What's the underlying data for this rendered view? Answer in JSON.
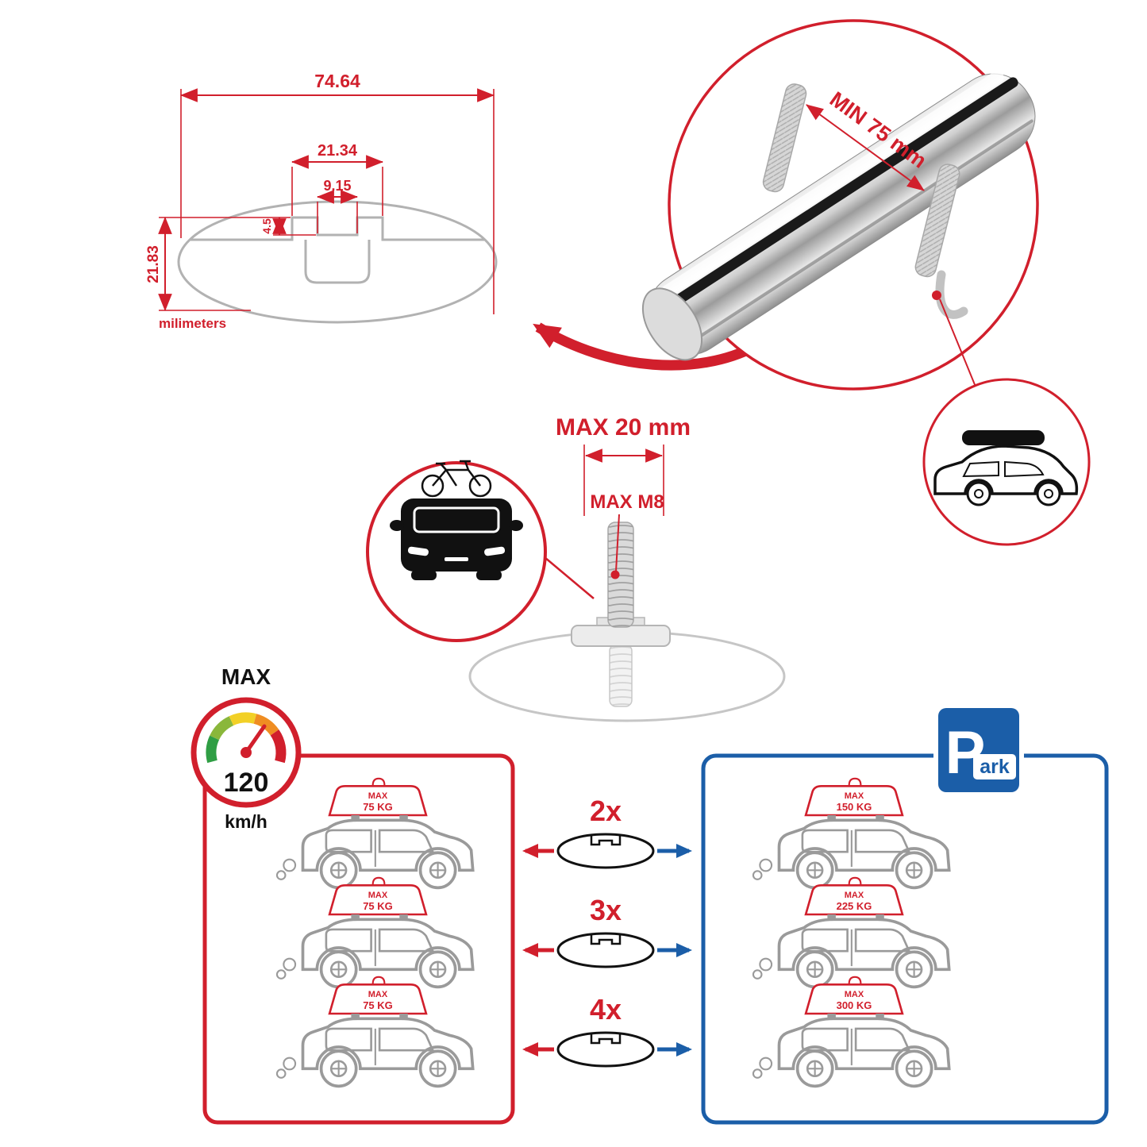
{
  "colors": {
    "accent_red": "#d11f2c",
    "accent_blue": "#1b5ea8",
    "metal_gray": "#9a9a9a"
  },
  "icons": {
    "crossbar_section": "crossbar-cross-section",
    "roof_box_car": "suv-with-roof-box-icon",
    "bike_car_front": "car-front-with-bike-icon",
    "speed_gauge": "speedometer-icon",
    "parking": "parking-sign-icon"
  },
  "profile_dimensions": {
    "total_width": "74.64",
    "step_width": "21.34",
    "slot_width": "9.15",
    "step_height": "4.5",
    "profile_height": "21.83",
    "unit": "milimeters"
  },
  "bar_detail": {
    "min_clamp_label": "MIN 75 mm"
  },
  "bolt_detail": {
    "max_width_label": "MAX 20 mm",
    "max_thread_label": "MAX M8"
  },
  "speedometer": {
    "title": "MAX",
    "value": "120",
    "unit": "km/h"
  },
  "park_sign": {
    "letter": "P",
    "suffix": "ark"
  },
  "capacity": {
    "multipliers": [
      "2x",
      "3x",
      "4x"
    ],
    "left_cars": [
      {
        "line1": "MAX",
        "line2": "75 KG"
      },
      {
        "line1": "MAX",
        "line2": "75 KG"
      },
      {
        "line1": "MAX",
        "line2": "75 KG"
      }
    ],
    "right_cars": [
      {
        "line1": "MAX",
        "line2": "150 KG"
      },
      {
        "line1": "MAX",
        "line2": "225 KG"
      },
      {
        "line1": "MAX",
        "line2": "300 KG"
      }
    ]
  }
}
